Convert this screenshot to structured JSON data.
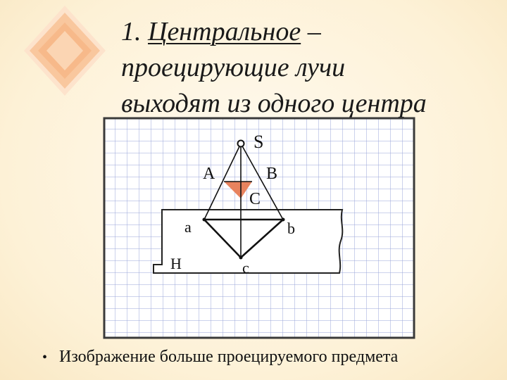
{
  "slide": {
    "title": {
      "number": "1.",
      "term": "Центральное",
      "dash": "–",
      "line2": "проецирующие лучи",
      "line3": "выходят из одного центра"
    },
    "bullet": "Изображение больше проецируемого предмета"
  },
  "figure": {
    "labels": {
      "center": "S",
      "point_a_upper": "A",
      "point_b_upper": "B",
      "point_c_upper": "C",
      "point_a_lower": "a",
      "point_b_lower": "b",
      "point_c_lower": "c",
      "plane": "H"
    },
    "colors": {
      "grid_background": "#ffffff",
      "grid_line": "#9aa6d8",
      "triangle_fill": "#e8835e",
      "accent_diamond": "#f7b98a"
    }
  }
}
